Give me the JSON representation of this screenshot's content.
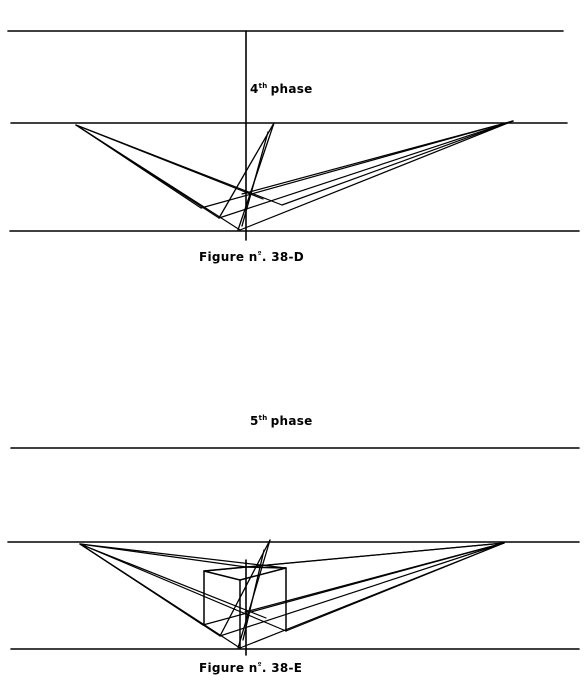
{
  "figure_d": {
    "phase_number": "4",
    "phase_sup": "th",
    "phase_word": "phase",
    "caption_prefix": "Figure n",
    "caption_ordinal": "º",
    "caption_id": ". 38-D"
  },
  "figure_e": {
    "phase_number": "5",
    "phase_sup": "th",
    "phase_word": "phase",
    "caption_prefix": "Figure n",
    "caption_ordinal": "º",
    "caption_id": ". 38-E"
  },
  "colors": {
    "ink": "#000000",
    "paper": "#ffffff"
  }
}
